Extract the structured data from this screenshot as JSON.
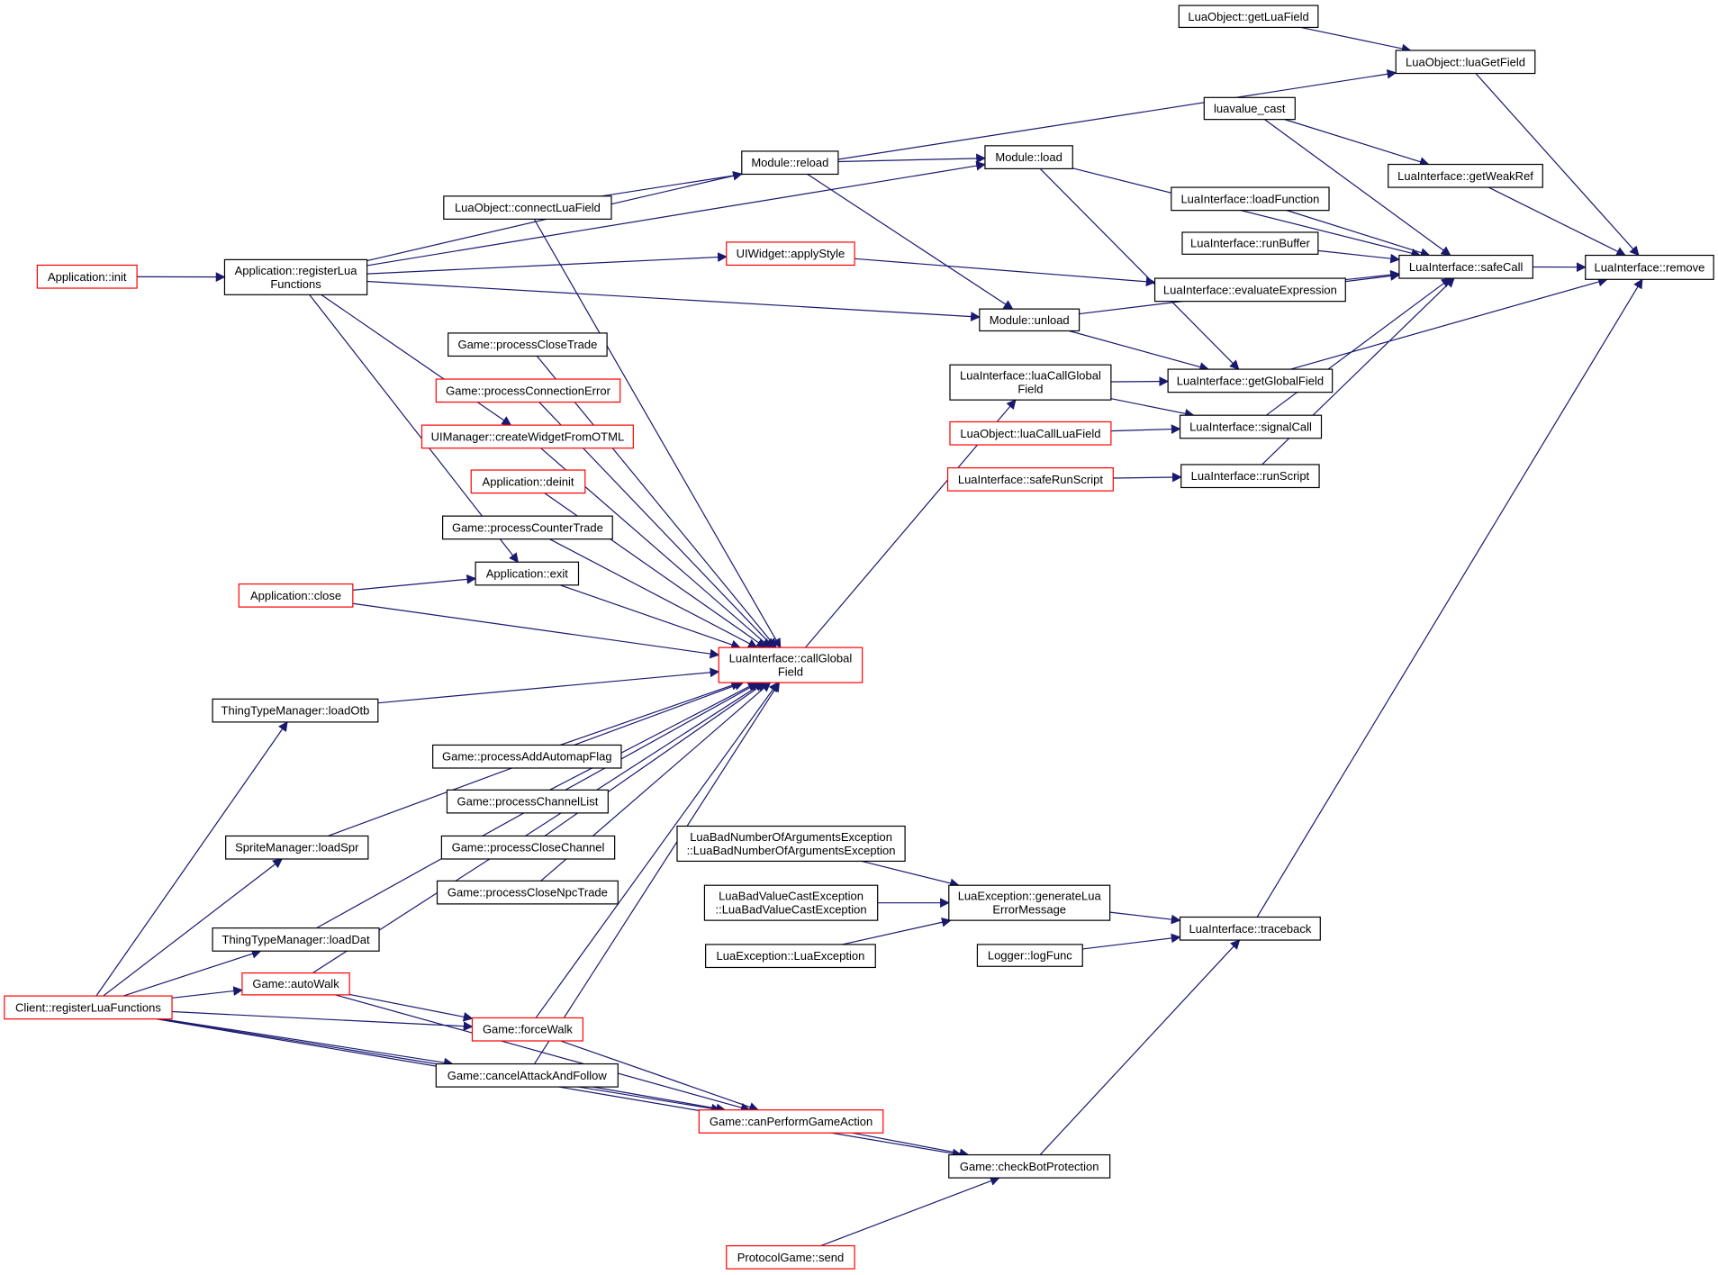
{
  "colors": {
    "edge": "#191970",
    "node_border_default": "#000000",
    "node_border_truncated": "#ff0000",
    "focus_node_fill": "#bfbfbf",
    "background": "#ffffff"
  },
  "nodes": [
    {
      "id": "remove",
      "lines": [
        "LuaInterface::remove"
      ],
      "border": "black",
      "focus": true
    },
    {
      "id": "getLuaField",
      "lines": [
        "LuaObject::getLuaField"
      ],
      "border": "black"
    },
    {
      "id": "luaGetField",
      "lines": [
        "LuaObject::luaGetField"
      ],
      "border": "black"
    },
    {
      "id": "luavalue_cast",
      "lines": [
        "luavalue_cast"
      ],
      "border": "black"
    },
    {
      "id": "getWeakRef",
      "lines": [
        "LuaInterface::getWeakRef"
      ],
      "border": "black"
    },
    {
      "id": "moduleLoad",
      "lines": [
        "Module::load"
      ],
      "border": "black"
    },
    {
      "id": "moduleReload",
      "lines": [
        "Module::reload"
      ],
      "border": "black"
    },
    {
      "id": "connectLuaField",
      "lines": [
        "LuaObject::connectLuaField"
      ],
      "border": "black"
    },
    {
      "id": "loadFunction",
      "lines": [
        "LuaInterface::loadFunction"
      ],
      "border": "black"
    },
    {
      "id": "runBuffer",
      "lines": [
        "LuaInterface::runBuffer"
      ],
      "border": "black"
    },
    {
      "id": "safeCall",
      "lines": [
        "LuaInterface::safeCall"
      ],
      "border": "black"
    },
    {
      "id": "appInit",
      "lines": [
        "Application::init"
      ],
      "border": "red"
    },
    {
      "id": "appRegister",
      "lines": [
        "Application::registerLua",
        "Functions"
      ],
      "border": "black"
    },
    {
      "id": "applyStyle",
      "lines": [
        "UIWidget::applyStyle"
      ],
      "border": "red"
    },
    {
      "id": "evalExpr",
      "lines": [
        "LuaInterface::evaluateExpression"
      ],
      "border": "black"
    },
    {
      "id": "moduleUnload",
      "lines": [
        "Module::unload"
      ],
      "border": "black"
    },
    {
      "id": "processCloseTrade",
      "lines": [
        "Game::processCloseTrade"
      ],
      "border": "black"
    },
    {
      "id": "luaCallGlobal",
      "lines": [
        "LuaInterface::luaCallGlobal",
        "Field"
      ],
      "border": "black"
    },
    {
      "id": "getGlobalField",
      "lines": [
        "LuaInterface::getGlobalField"
      ],
      "border": "black"
    },
    {
      "id": "processConnError",
      "lines": [
        "Game::processConnectionError"
      ],
      "border": "red"
    },
    {
      "id": "signalCall",
      "lines": [
        "LuaInterface::signalCall"
      ],
      "border": "black"
    },
    {
      "id": "luaCallLuaField",
      "lines": [
        "LuaObject::luaCallLuaField"
      ],
      "border": "red"
    },
    {
      "id": "createWidget",
      "lines": [
        "UIManager::createWidgetFromOTML"
      ],
      "border": "red"
    },
    {
      "id": "safeRunScript",
      "lines": [
        "LuaInterface::safeRunScript"
      ],
      "border": "red"
    },
    {
      "id": "runScript",
      "lines": [
        "LuaInterface::runScript"
      ],
      "border": "black"
    },
    {
      "id": "appDeinit",
      "lines": [
        "Application::deinit"
      ],
      "border": "red"
    },
    {
      "id": "processCounterTrade",
      "lines": [
        "Game::processCounterTrade"
      ],
      "border": "black"
    },
    {
      "id": "appExit",
      "lines": [
        "Application::exit"
      ],
      "border": "black"
    },
    {
      "id": "appClose",
      "lines": [
        "Application::close"
      ],
      "border": "red"
    },
    {
      "id": "callGlobalField",
      "lines": [
        "LuaInterface::callGlobal",
        "Field"
      ],
      "border": "red"
    },
    {
      "id": "loadOtb",
      "lines": [
        "ThingTypeManager::loadOtb"
      ],
      "border": "black"
    },
    {
      "id": "processAddAutomap",
      "lines": [
        "Game::processAddAutomapFlag"
      ],
      "border": "black"
    },
    {
      "id": "processChannelList",
      "lines": [
        "Game::processChannelList"
      ],
      "border": "black"
    },
    {
      "id": "badArgs",
      "lines": [
        "LuaBadNumberOfArgumentsException",
        "::LuaBadNumberOfArgumentsException"
      ],
      "border": "black"
    },
    {
      "id": "processCloseChannel",
      "lines": [
        "Game::processCloseChannel"
      ],
      "border": "black"
    },
    {
      "id": "loadSpr",
      "lines": [
        "SpriteManager::loadSpr"
      ],
      "border": "black"
    },
    {
      "id": "badValueCast",
      "lines": [
        "LuaBadValueCastException",
        "::LuaBadValueCastException"
      ],
      "border": "black"
    },
    {
      "id": "genErrorMsg",
      "lines": [
        "LuaException::generateLua",
        "ErrorMessage"
      ],
      "border": "black"
    },
    {
      "id": "processCloseNpcTrade",
      "lines": [
        "Game::processCloseNpcTrade"
      ],
      "border": "black"
    },
    {
      "id": "traceback",
      "lines": [
        "LuaInterface::traceback"
      ],
      "border": "black"
    },
    {
      "id": "loadDat",
      "lines": [
        "ThingTypeManager::loadDat"
      ],
      "border": "black"
    },
    {
      "id": "luaException",
      "lines": [
        "LuaException::LuaException"
      ],
      "border": "black"
    },
    {
      "id": "logFunc",
      "lines": [
        "Logger::logFunc"
      ],
      "border": "black"
    },
    {
      "id": "autoWalk",
      "lines": [
        "Game::autoWalk"
      ],
      "border": "red"
    },
    {
      "id": "clientRegister",
      "lines": [
        "Client::registerLuaFunctions"
      ],
      "border": "red"
    },
    {
      "id": "forceWalk",
      "lines": [
        "Game::forceWalk"
      ],
      "border": "red"
    },
    {
      "id": "cancelAttack",
      "lines": [
        "Game::cancelAttackAndFollow"
      ],
      "border": "black"
    },
    {
      "id": "canPerform",
      "lines": [
        "Game::canPerformGameAction"
      ],
      "border": "red"
    },
    {
      "id": "checkBot",
      "lines": [
        "Game::checkBotProtection"
      ],
      "border": "black"
    },
    {
      "id": "protocolSend",
      "lines": [
        "ProtocolGame::send"
      ],
      "border": "red"
    }
  ],
  "edges": [
    {
      "from": "safeCall",
      "to": "remove"
    },
    {
      "from": "luaGetField",
      "to": "remove"
    },
    {
      "from": "getWeakRef",
      "to": "remove"
    },
    {
      "from": "getGlobalField",
      "to": "remove"
    },
    {
      "from": "traceback",
      "to": "remove"
    },
    {
      "from": "getLuaField",
      "to": "luaGetField"
    },
    {
      "from": "connectLuaField",
      "to": "luaGetField"
    },
    {
      "from": "luavalue_cast",
      "to": "getWeakRef"
    },
    {
      "from": "luavalue_cast",
      "to": "safeCall"
    },
    {
      "from": "moduleLoad",
      "to": "safeCall"
    },
    {
      "from": "loadFunction",
      "to": "safeCall"
    },
    {
      "from": "runBuffer",
      "to": "safeCall"
    },
    {
      "from": "evalExpr",
      "to": "safeCall"
    },
    {
      "from": "moduleUnload",
      "to": "safeCall"
    },
    {
      "from": "signalCall",
      "to": "safeCall"
    },
    {
      "from": "runScript",
      "to": "safeCall"
    },
    {
      "from": "moduleReload",
      "to": "moduleLoad"
    },
    {
      "from": "appRegister",
      "to": "moduleLoad"
    },
    {
      "from": "appRegister",
      "to": "moduleReload"
    },
    {
      "from": "appRegister",
      "to": "applyStyle"
    },
    {
      "from": "appRegister",
      "to": "moduleUnload"
    },
    {
      "from": "appRegister",
      "to": "createWidget"
    },
    {
      "from": "appRegister",
      "to": "appExit"
    },
    {
      "from": "appInit",
      "to": "appRegister"
    },
    {
      "from": "applyStyle",
      "to": "evalExpr"
    },
    {
      "from": "moduleReload",
      "to": "moduleUnload"
    },
    {
      "from": "moduleLoad",
      "to": "getGlobalField"
    },
    {
      "from": "moduleUnload",
      "to": "getGlobalField"
    },
    {
      "from": "luaCallGlobal",
      "to": "getGlobalField"
    },
    {
      "from": "luaCallGlobal",
      "to": "signalCall"
    },
    {
      "from": "luaCallLuaField",
      "to": "signalCall"
    },
    {
      "from": "safeRunScript",
      "to": "runScript"
    },
    {
      "from": "callGlobalField",
      "to": "luaCallGlobal"
    },
    {
      "from": "connectLuaField",
      "to": "callGlobalField"
    },
    {
      "from": "processCloseTrade",
      "to": "callGlobalField"
    },
    {
      "from": "processConnError",
      "to": "callGlobalField"
    },
    {
      "from": "createWidget",
      "to": "callGlobalField"
    },
    {
      "from": "appDeinit",
      "to": "callGlobalField"
    },
    {
      "from": "processCounterTrade",
      "to": "callGlobalField"
    },
    {
      "from": "appExit",
      "to": "callGlobalField"
    },
    {
      "from": "appClose",
      "to": "callGlobalField"
    },
    {
      "from": "appClose",
      "to": "appExit"
    },
    {
      "from": "loadOtb",
      "to": "callGlobalField"
    },
    {
      "from": "loadSpr",
      "to": "callGlobalField"
    },
    {
      "from": "processAddAutomap",
      "to": "callGlobalField"
    },
    {
      "from": "processChannelList",
      "to": "callGlobalField"
    },
    {
      "from": "processCloseChannel",
      "to": "callGlobalField"
    },
    {
      "from": "processCloseNpcTrade",
      "to": "callGlobalField"
    },
    {
      "from": "loadDat",
      "to": "callGlobalField"
    },
    {
      "from": "autoWalk",
      "to": "callGlobalField"
    },
    {
      "from": "forceWalk",
      "to": "callGlobalField"
    },
    {
      "from": "cancelAttack",
      "to": "callGlobalField"
    },
    {
      "from": "badArgs",
      "to": "genErrorMsg"
    },
    {
      "from": "badValueCast",
      "to": "genErrorMsg"
    },
    {
      "from": "luaException",
      "to": "genErrorMsg"
    },
    {
      "from": "genErrorMsg",
      "to": "traceback"
    },
    {
      "from": "logFunc",
      "to": "traceback"
    },
    {
      "from": "checkBot",
      "to": "traceback"
    },
    {
      "from": "clientRegister",
      "to": "loadOtb"
    },
    {
      "from": "clientRegister",
      "to": "loadSpr"
    },
    {
      "from": "clientRegister",
      "to": "loadDat"
    },
    {
      "from": "clientRegister",
      "to": "autoWalk"
    },
    {
      "from": "clientRegister",
      "to": "forceWalk"
    },
    {
      "from": "clientRegister",
      "to": "cancelAttack"
    },
    {
      "from": "clientRegister",
      "to": "canPerform"
    },
    {
      "from": "clientRegister",
      "to": "checkBot"
    },
    {
      "from": "autoWalk",
      "to": "forceWalk"
    },
    {
      "from": "autoWalk",
      "to": "canPerform"
    },
    {
      "from": "forceWalk",
      "to": "canPerform"
    },
    {
      "from": "cancelAttack",
      "to": "canPerform"
    },
    {
      "from": "canPerform",
      "to": "checkBot"
    },
    {
      "from": "protocolSend",
      "to": "checkBot"
    }
  ]
}
